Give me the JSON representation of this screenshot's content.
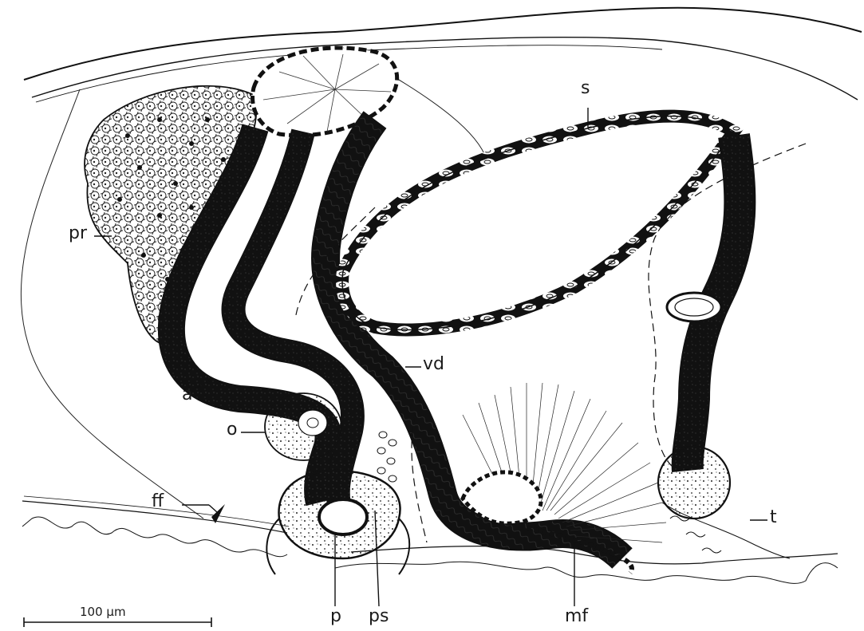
{
  "figure": {
    "labels": {
      "s": "s",
      "pr": "pr",
      "vd": "vd",
      "a": "a",
      "o": "o",
      "ff": "ff",
      "t": "t",
      "p": "p",
      "ps": "ps",
      "mf": "mf"
    },
    "scale_bar": {
      "text": "100 µm"
    }
  }
}
